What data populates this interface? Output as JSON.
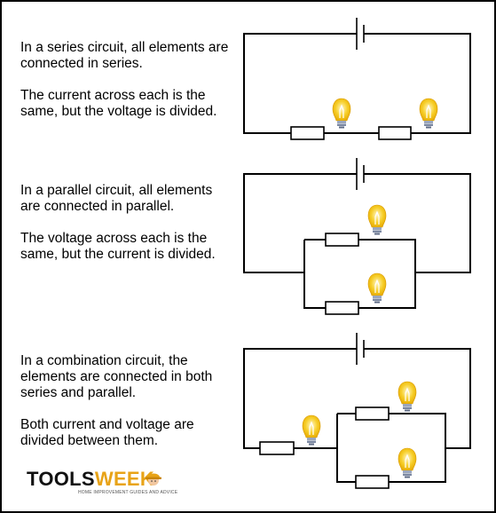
{
  "series": {
    "line1": "In a series circuit, all elements are connected in series.",
    "line2": "The current across each is the same, but the voltage is divided."
  },
  "parallel": {
    "line1": "In a parallel circuit, all elements are connected in parallel.",
    "line2": "The voltage across each is the same, but the current is divided."
  },
  "combination": {
    "line1": "In a combination circuit, the elements are connected in both series and parallel.",
    "line2": "Both current and voltage are divided between them."
  },
  "logo": {
    "part1": "TOOLS",
    "part2": "WEEK",
    "tagline": "HOME IMPROVEMENT GUIDES AND ADVICE"
  },
  "colors": {
    "wire": "#000000",
    "bulb_glass": "#f5c518",
    "bulb_glow": "#ffe066",
    "bulb_base": "#8c9bb5",
    "brand_accent": "#e8a317"
  }
}
